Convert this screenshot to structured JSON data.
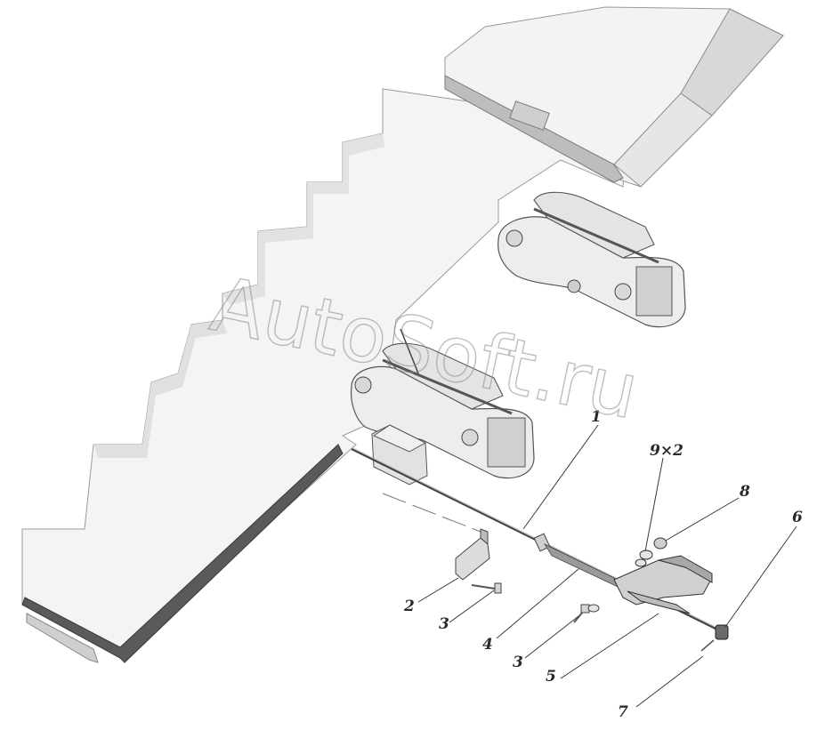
{
  "watermark": "AutoSoft.ru",
  "callouts": {
    "c1": "1",
    "c2": "2",
    "c3a": "3",
    "c3b": "3",
    "c4": "4",
    "c5": "5",
    "c6": "6",
    "c7": "7",
    "c8": "8",
    "c9": "9×2"
  },
  "colors": {
    "panel_top": "#f2f2f2",
    "panel_face": "#d9d9d9",
    "panel_edge": "#b5b5b5",
    "dark_edge": "#4a4a4a",
    "bracket": "#ececec",
    "line": "#3a3a3a"
  }
}
